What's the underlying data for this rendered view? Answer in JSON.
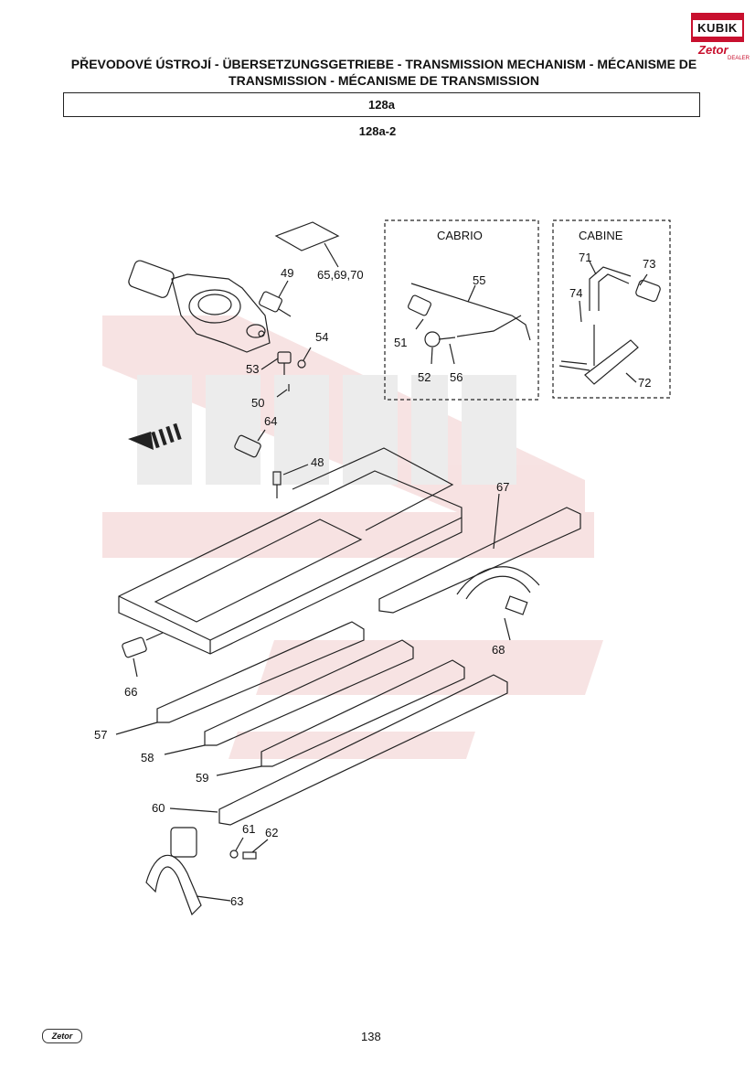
{
  "header": {
    "title_line1": "PŘEVODOVÉ ÚSTROJÍ - ÜBERSETZUNGSGETRIEBE - TRANSMISSION MECHANISM - MÉCANISME DE",
    "title_line2": "TRANSMISSION - MÉCANISME DE TRANSMISSION",
    "section": "128a",
    "subsection": "128a-2"
  },
  "logo": {
    "box_text": "KUBIK",
    "brand": "Zetor",
    "sub": "DEALER"
  },
  "insets": {
    "cabrio": "CABRIO",
    "cabine": "CABINE"
  },
  "parts": {
    "p49": "49",
    "p65": "65,69,70",
    "p54": "54",
    "p53": "53",
    "p50": "50",
    "p55": "55",
    "p51": "51",
    "p52": "52",
    "p56": "56",
    "p71": "71",
    "p73": "73",
    "p74": "74",
    "p72": "72",
    "p64": "64",
    "p48": "48",
    "p67": "67",
    "p68": "68",
    "p66": "66",
    "p57": "57",
    "p58": "58",
    "p59": "59",
    "p60": "60",
    "p61": "61",
    "p62": "62",
    "p63": "63"
  },
  "footer": {
    "page": "138",
    "logo": "Zetor"
  },
  "colors": {
    "watermark": "#f4d6d6",
    "line": "#222222",
    "brand": "#c8102e"
  }
}
